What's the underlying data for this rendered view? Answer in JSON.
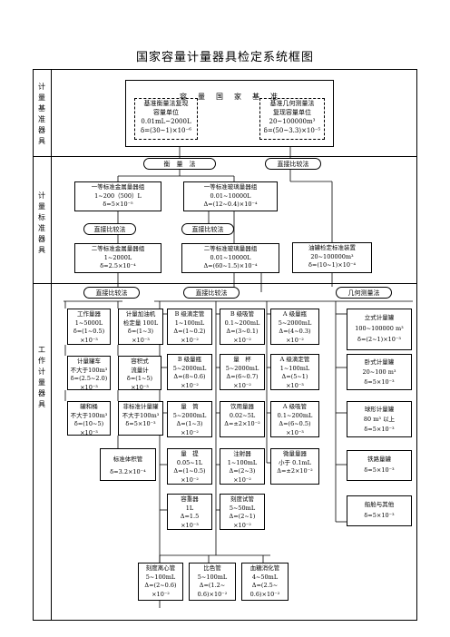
{
  "title": "国家容量计量器具检定系统框图",
  "side_labels": [
    "计量基准器具",
    "计量标准器具",
    "工作计量器具"
  ],
  "benchmark": {
    "header": "容　量　国　家　基　准",
    "left": "基准衡量法复现\n容量单位\n0.01mL~2000L\nδ=(30~1)×10⁻⁶",
    "right": "基准几何测量法\n复现容量单位\n20~100000m³\nδ=(50~3.3)×10⁻⁵"
  },
  "methods": {
    "weighing": "衡　量　法",
    "direct_compare_top": "直接比较法",
    "direct_compare_a": "直接比较法",
    "direct_compare_b": "直接比较法",
    "direct_compare_c": "直接比较法",
    "direct_compare_d": "直接比较法",
    "geometric": "几何测量法"
  },
  "standards": {
    "metal1": "一等标准金属量器组\n1~200（500）L\nδ=5×10⁻⁵",
    "glass1": "一等标准玻璃量器组\n0.01~10000L\nΔ=(12~0.4)×10⁻⁴",
    "metal2": "二等标准金属量器组\n1~2000L\nδ=2.5×10⁻⁴",
    "glass2": "二等标准玻璃量器组\n0.01~10000L\nΔ=(60~1.5)×10⁻⁴",
    "tank": "油罐检定标准装置\n20~100000m³\nδ=(10~1)×10⁻⁴"
  },
  "work": {
    "c1": [
      "工作量器\n1~5000L\nδ=(1~0.5)\n×10⁻³",
      "计量罐车\n不大于100m³\nδ=(2.5~2.0)\n×10⁻³",
      "罐和桶\n不大于100m³\nδ=(10~5)\n×10⁻³"
    ],
    "c2": [
      "计量加油机\n检定量 100L\nδ=(1~3)\n×10⁻³",
      "容积式\n流量计\nδ=(1~5)\n×10⁻³",
      "非标准计量罐\n不大于100m³\nδ=5×10⁻³",
      "标准体积管\nδ=3.2×10⁻⁴"
    ],
    "c3": [
      "B 级滴定管\n1~100mL\nΔ=(1~0.2)\n×10⁻²",
      "B 级量瓶\n5~2000mL\nΔ=(8~0.6)\n×10⁻²",
      "量　筒\n5~2000mL\nΔ=(1~3)\n×10⁻²",
      "量　提\n0.05~1L\nΔ=(1~0.5)\n×10⁻²",
      "容重器\n1L\nΔ=1.5\n×10⁻³"
    ],
    "c4": [
      "B 级吸管\n0.1~200mL\nΔ=(3~0.1)\n×10⁻²",
      "量　杯\n5~2000mL\nΔ=(6~0.7)\n×10⁻²",
      "饮用量器\n0.02~5L\nΔ=±2×10⁻²",
      "注射器\n1~100mL\nΔ=(2~3)\n×10⁻²",
      "刻度试管\n5~50mL\nΔ=(2~1)\n×10⁻²"
    ],
    "c5": [
      "A 级量瓶\n5~2000mL\nΔ=(4~0.3)\n×10⁻²",
      "A 级滴定管\n1~100mL\nΔ=(5~1)\n×10⁻³",
      "A 级吸管\n0.1~200mL\nΔ=(6~0.5)\n×10⁻³",
      "微量量器\n小于 0.1mL\nΔ=±2×10⁻²"
    ],
    "c6": [
      "立式计量罐\n100~100000 m³\nδ=(2~1)×10⁻³",
      "卧式计量罐\n20~100 m³\nδ=5×10⁻³",
      "球形计量罐\n80 m³ 以上\nδ=5×10⁻³",
      "铁路量罐\nδ=5×10⁻³",
      "船舱与其他\nδ=5×10⁻³"
    ],
    "bottom": [
      "刻度离心管\n5~100mL\nΔ=(2~0.6)\n×10⁻²",
      "比色管\n5~100mL\nΔ=(1.2~\n0.6)×10⁻²",
      "血糖消化管\n4~50mL\nΔ=(2.5~\n0.6)×10⁻²"
    ]
  }
}
